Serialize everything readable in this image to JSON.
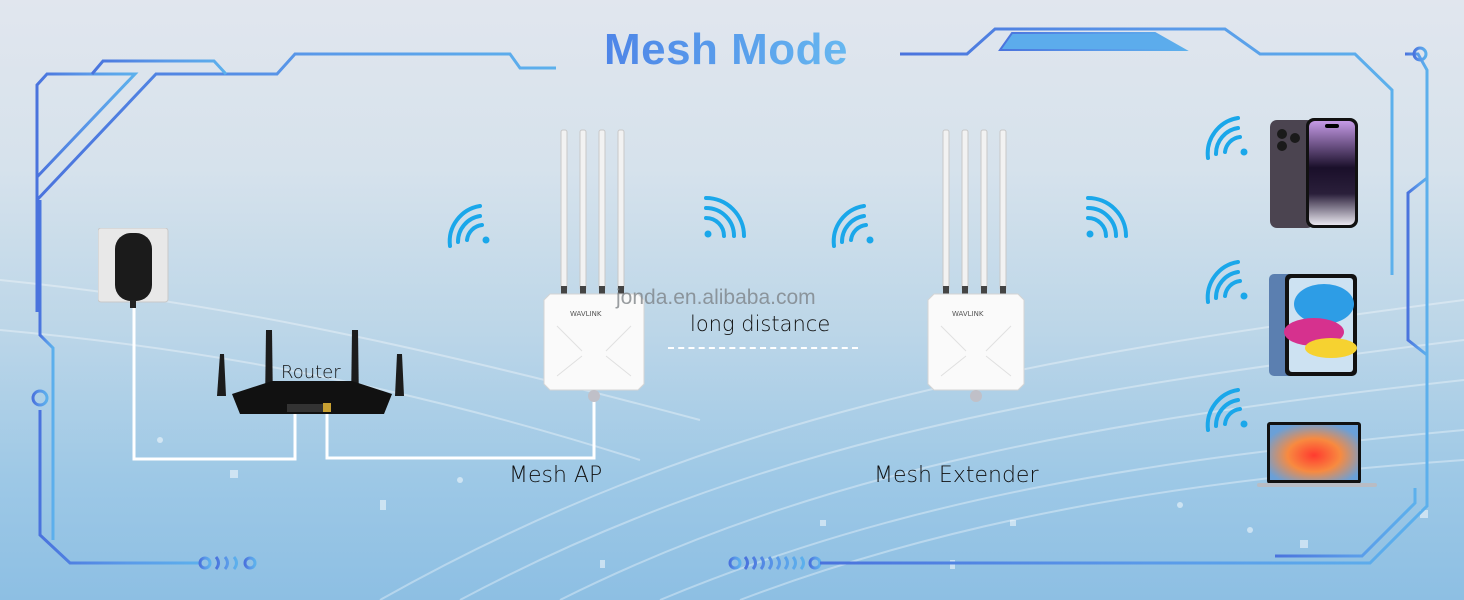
{
  "title": "Mesh Mode",
  "watermark": "jonda.en.alibaba.com",
  "labels": {
    "router": "Router",
    "mesh_ap": "Mesh AP",
    "mesh_extender": "Mesh Extender",
    "link": "long distance"
  },
  "devices": {
    "power_adapter": "power-adapter",
    "router": "router",
    "mesh_ap": {
      "brand": "WAVLINK",
      "antennas": 4
    },
    "mesh_extender": {
      "brand": "WAVLINK",
      "antennas": 4
    },
    "clients": [
      "smartphone",
      "tablet",
      "laptop"
    ]
  },
  "icons": {
    "wifi_signal_count": 7,
    "wifi_color": "#1aa7ea"
  },
  "colors": {
    "frame_left": "#4a73dd",
    "frame_right": "#5cb0ec",
    "title_start": "#4a7be6",
    "title_end": "#6dc3f2",
    "cable": "#ffffff"
  }
}
